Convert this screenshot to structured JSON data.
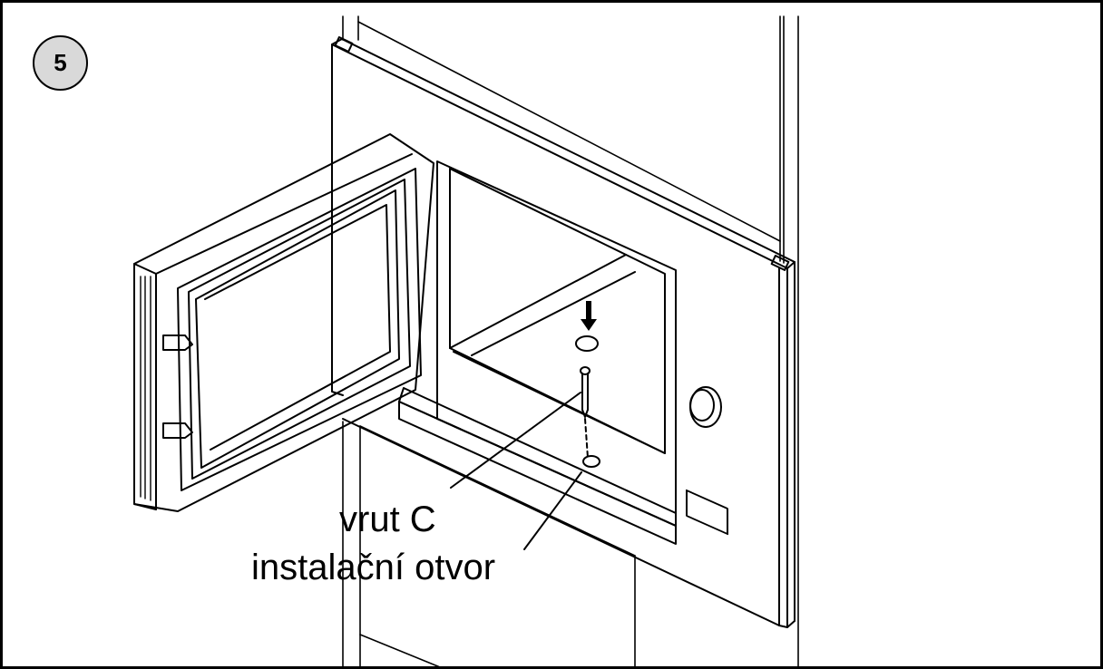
{
  "step": {
    "number": "5"
  },
  "labels": {
    "screw": "vrut C",
    "hole": "instalační otvor"
  }
}
